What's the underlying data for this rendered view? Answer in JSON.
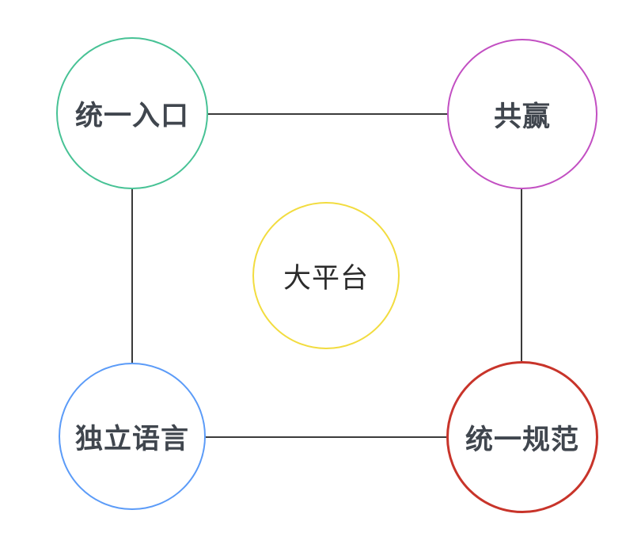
{
  "diagram": {
    "title": "platform-relationship-diagram",
    "background_color": "#ffffff",
    "edge_color": "#3b3b3b",
    "nodes": {
      "top_left": {
        "label": "统一入口",
        "border_color": "#47c295",
        "text_color": "#40464e",
        "shape": "circle"
      },
      "top_right": {
        "label": "共赢",
        "border_color": "#c24fc2",
        "text_color": "#40464e",
        "shape": "circle"
      },
      "center": {
        "label": "大平台",
        "border_color": "#f2dc3f",
        "text_color": "#2b2b2b",
        "shape": "circle"
      },
      "bottom_left": {
        "label": "独立语言",
        "border_color": "#5b9bf8",
        "text_color": "#40464e",
        "shape": "circle"
      },
      "bottom_right": {
        "label": "统一规范",
        "border_color": "#c8342a",
        "text_color": "#40464e",
        "shape": "circle"
      }
    },
    "edges": [
      {
        "from": "top_left",
        "to": "top_right",
        "orientation": "horizontal"
      },
      {
        "from": "top_left",
        "to": "bottom_left",
        "orientation": "vertical"
      },
      {
        "from": "top_right",
        "to": "bottom_right",
        "orientation": "vertical"
      },
      {
        "from": "bottom_left",
        "to": "bottom_right",
        "orientation": "horizontal"
      }
    ]
  }
}
